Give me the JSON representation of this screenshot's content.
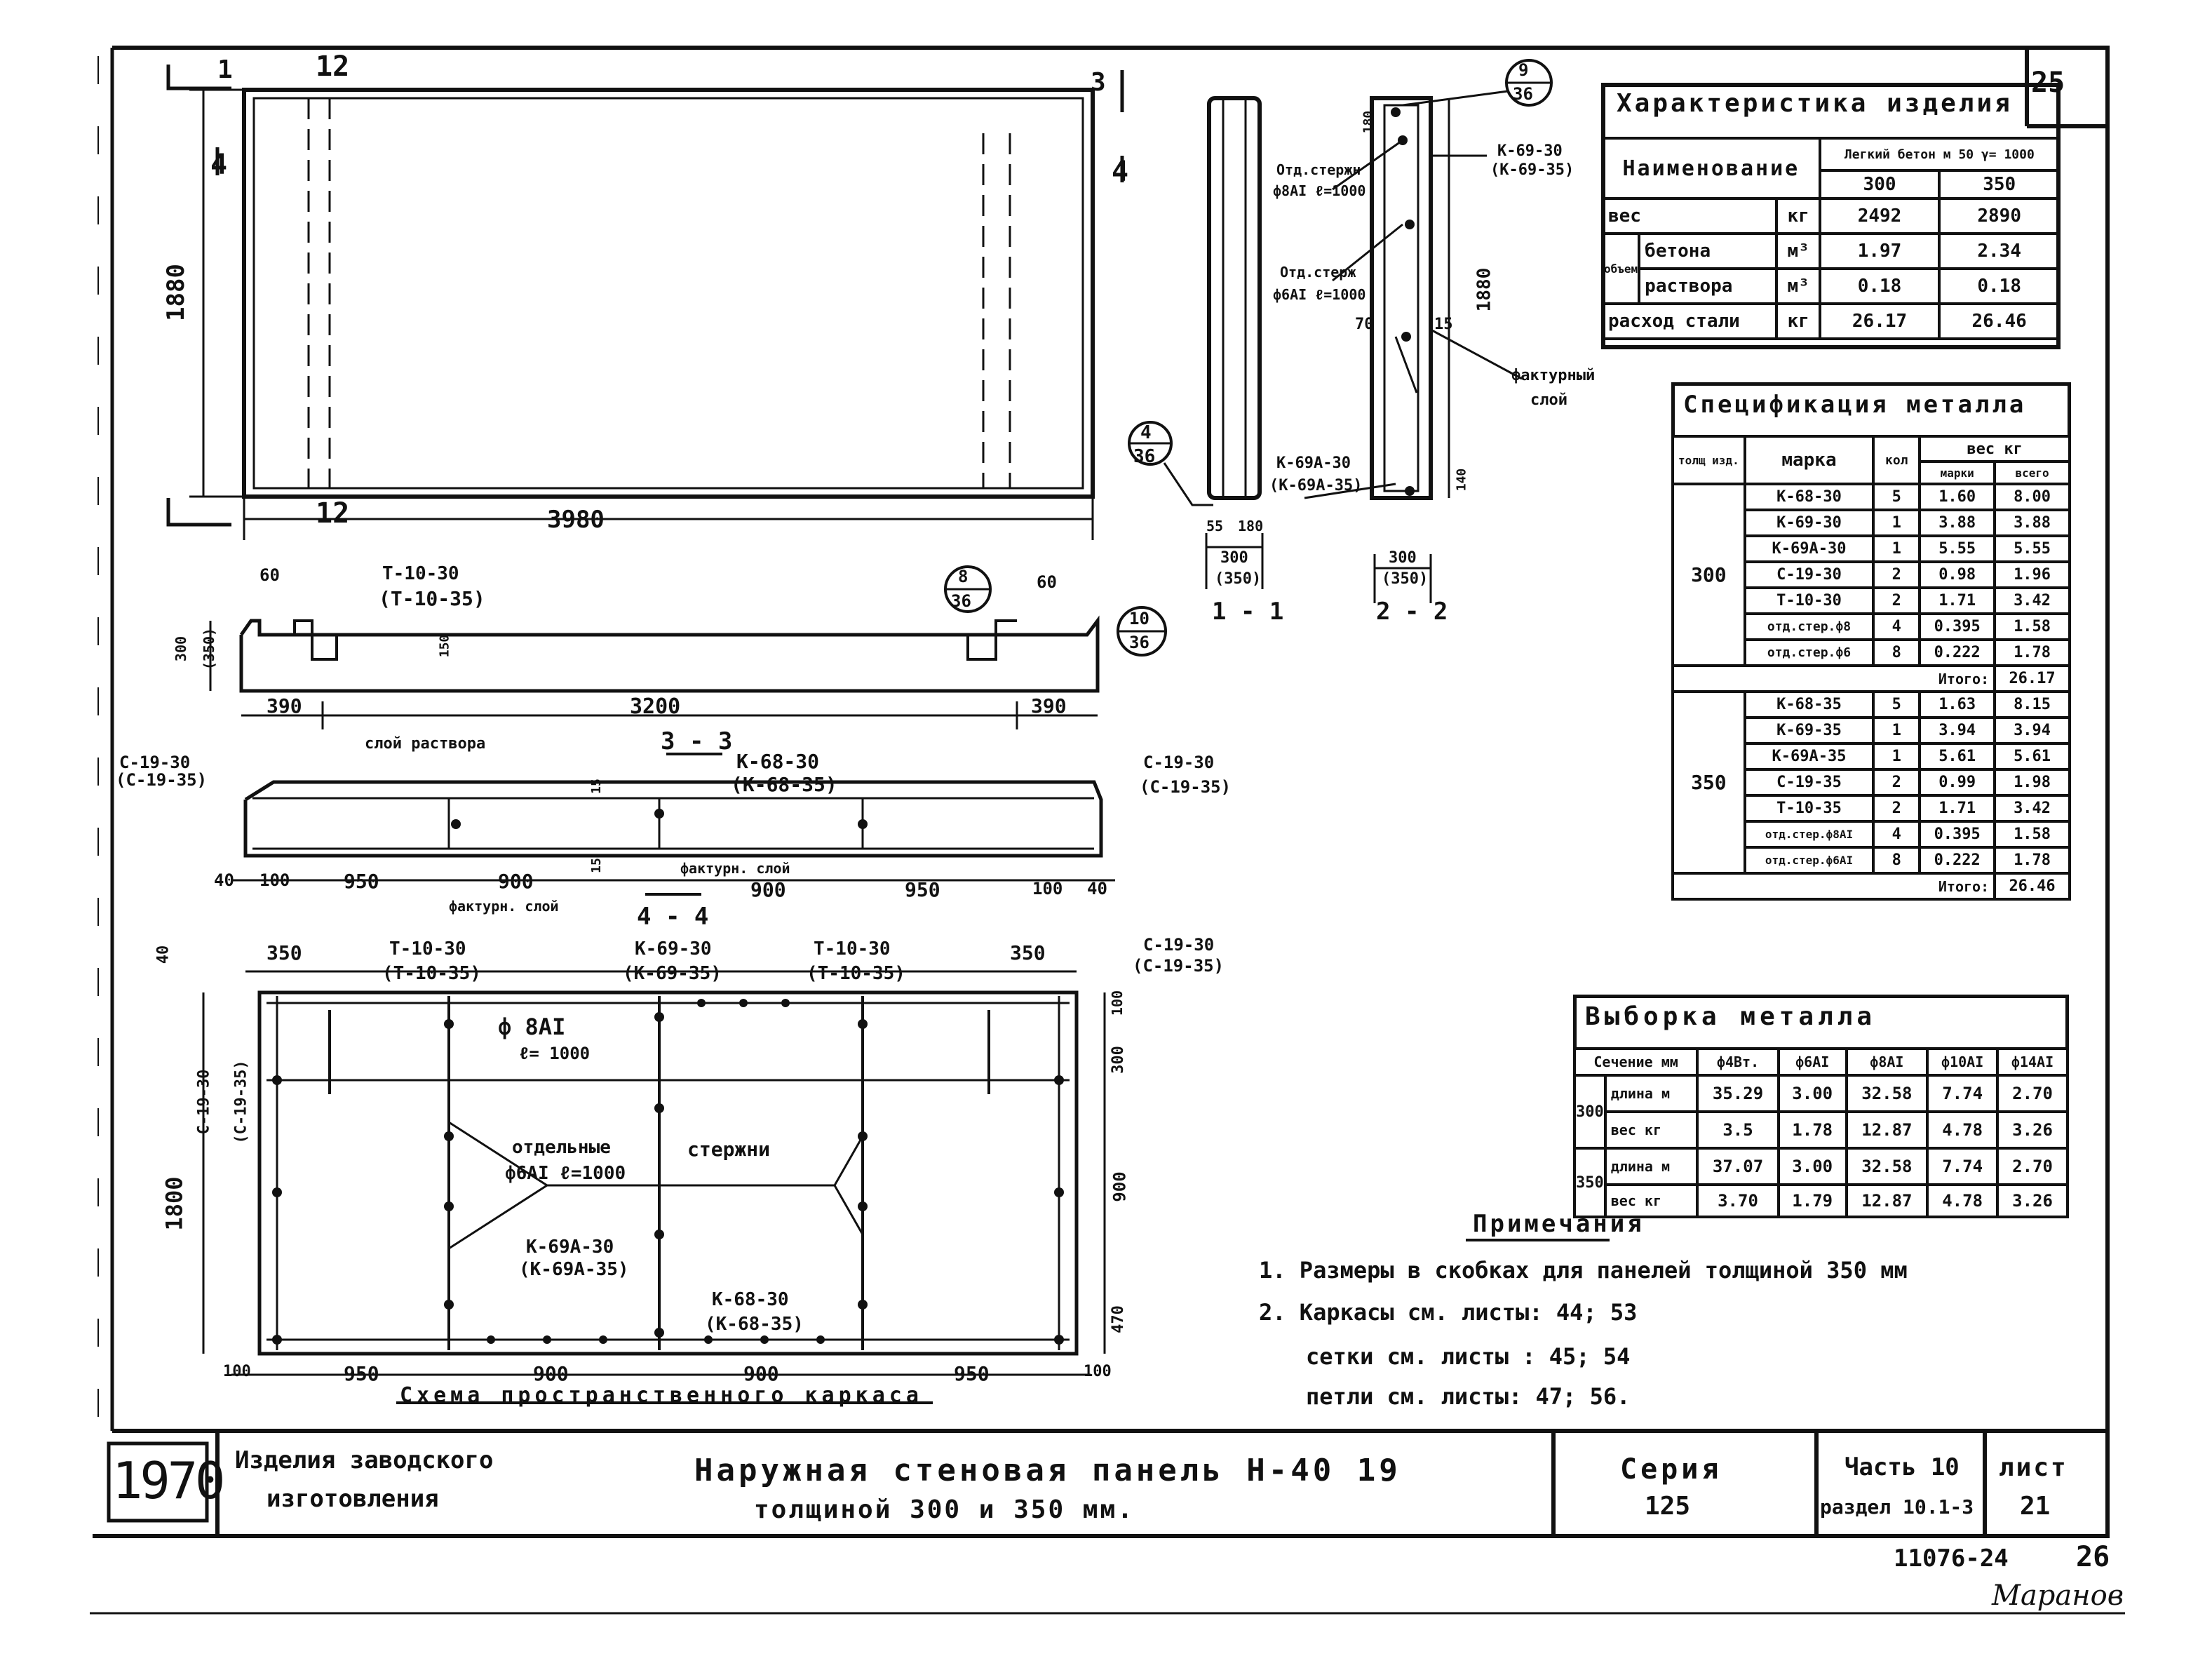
{
  "sheet_number_top": "25",
  "characteristics": {
    "title": "Характеристика изделия",
    "header_name": "Наименование",
    "header_group": "Легкий бетон м 50 γ= 1000",
    "thickness_cols": [
      "300",
      "350"
    ],
    "side_label": "объем",
    "rows": [
      {
        "name": "вес",
        "unit": "кг",
        "v300": "2492",
        "v350": "2890"
      },
      {
        "name": "бетона",
        "unit": "м³",
        "v300": "1.97",
        "v350": "2.34"
      },
      {
        "name": "раствора",
        "unit": "м³",
        "v300": "0.18",
        "v350": "0.18"
      },
      {
        "name": "расход стали",
        "unit": "кг",
        "v300": "26.17",
        "v350": "26.46"
      }
    ]
  },
  "spec": {
    "title": "Спецификация металла",
    "headers": {
      "thickness": "толщ изд.",
      "mark": "марка",
      "qty": "кол",
      "weight": "вес кг",
      "w_mark": "марки",
      "w_total": "всего"
    },
    "groups": [
      {
        "thickness": "300",
        "rows": [
          {
            "mark": "К-68-30",
            "qty": "5",
            "w_mark": "1.60",
            "w_total": "8.00"
          },
          {
            "mark": "К-69-30",
            "qty": "1",
            "w_mark": "3.88",
            "w_total": "3.88"
          },
          {
            "mark": "К-69А-30",
            "qty": "1",
            "w_mark": "5.55",
            "w_total": "5.55"
          },
          {
            "mark": "С-19-30",
            "qty": "2",
            "w_mark": "0.98",
            "w_total": "1.96"
          },
          {
            "mark": "Т-10-30",
            "qty": "2",
            "w_mark": "1.71",
            "w_total": "3.42"
          },
          {
            "mark": "отд.стер.ф8",
            "qty": "4",
            "w_mark": "0.395",
            "w_total": "1.58"
          },
          {
            "mark": "отд.стер.ф6",
            "qty": "8",
            "w_mark": "0.222",
            "w_total": "1.78"
          }
        ],
        "total_label": "Итого:",
        "total": "26.17"
      },
      {
        "thickness": "350",
        "rows": [
          {
            "mark": "К-68-35",
            "qty": "5",
            "w_mark": "1.63",
            "w_total": "8.15"
          },
          {
            "mark": "К-69-35",
            "qty": "1",
            "w_mark": "3.94",
            "w_total": "3.94"
          },
          {
            "mark": "К-69А-35",
            "qty": "1",
            "w_mark": "5.61",
            "w_total": "5.61"
          },
          {
            "mark": "С-19-35",
            "qty": "2",
            "w_mark": "0.99",
            "w_total": "1.98"
          },
          {
            "mark": "Т-10-35",
            "qty": "2",
            "w_mark": "1.71",
            "w_total": "3.42"
          },
          {
            "mark": "отд.стер.ф8АI",
            "qty": "4",
            "w_mark": "0.395",
            "w_total": "1.58"
          },
          {
            "mark": "отд.стер.ф6АI",
            "qty": "8",
            "w_mark": "0.222",
            "w_total": "1.78"
          }
        ],
        "total_label": "Итого:",
        "total": "26.46"
      }
    ]
  },
  "selection": {
    "title": "Выборка металла",
    "header": [
      "Сечение мм",
      "ф4Вт.",
      "ф6АI",
      "ф8АI",
      "ф10АI",
      "ф14АI"
    ],
    "groups": [
      {
        "thickness": "300",
        "rows": [
          {
            "label": "длина м",
            "values": [
              "35.29",
              "3.00",
              "32.58",
              "7.74",
              "2.70"
            ]
          },
          {
            "label": "вес кг",
            "values": [
              "3.5",
              "1.78",
              "12.87",
              "4.78",
              "3.26"
            ]
          }
        ]
      },
      {
        "thickness": "350",
        "rows": [
          {
            "label": "длина м",
            "values": [
              "37.07",
              "3.00",
              "32.58",
              "7.74",
              "2.70"
            ]
          },
          {
            "label": "вес кг",
            "values": [
              "3.70",
              "1.79",
              "12.87",
              "4.78",
              "3.26"
            ]
          }
        ]
      }
    ]
  },
  "notes": {
    "title": "Примечания",
    "items": [
      "1. Размеры в скобках для панелей толщиной 350 мм",
      "2. Каркасы см. листы: 44; 53",
      "сетки см. листы : 45; 54",
      "петли см. листы: 47; 56."
    ]
  },
  "title_block": {
    "year": "1970",
    "product_type_1": "Изделия заводского",
    "product_type_2": "изготовления",
    "main_title_1": "Наружная стеновая панель Н-40 19",
    "main_title_2": "толщиной 300 и 350 мм.",
    "series_label": "Серия",
    "series_value": "125",
    "part_label": "Часть 10",
    "section_label": "раздел 10.1-3",
    "sheet_label": "лист",
    "sheet_value": "21",
    "doc_code": "11076-24",
    "page_code": "26"
  },
  "drawing": {
    "elevation": {
      "width_dim": "3980",
      "height_dim": "1880",
      "cut_12": "12",
      "cut_1": "1",
      "cut_3": "3",
      "cut_4": "4"
    },
    "section_11": {
      "label": "1 - 1",
      "dim_300": "300",
      "dim_350": "(350)",
      "dim_55": "55",
      "dim_180": "180",
      "callout_num": "4",
      "callout_den": "36"
    },
    "section_22": {
      "label": "2 - 2",
      "dim_300": "300",
      "dim_350": "(350)",
      "dim_1880": "1880",
      "dim_70": "70",
      "dim_15": "15",
      "dim_180": "180",
      "dim_140": "140",
      "callout_num": "9",
      "callout_den": "36",
      "rod1": "Отд.стержн",
      "rod1b": "ф8АI ℓ=1000",
      "rod2": "Отд.стерж",
      "rod2b": "ф6АI ℓ=1000",
      "k69": "К-69-30",
      "k69b": "(К-69-35)",
      "k69a": "К-69А-30",
      "k69ab": "(К-69А-35)",
      "facing1": "фактурный",
      "facing2": "слой"
    },
    "section_33": {
      "label": "3 - 3",
      "t10": "Т-10-30",
      "t10b": "(Т-10-35)",
      "d60l": "60",
      "d60r": "60",
      "d300": "300",
      "d350": "(350)",
      "d150": "150",
      "d390l": "390",
      "d3200": "3200",
      "d390r": "390",
      "c8num": "8",
      "c8den": "36",
      "c10num": "10",
      "c10den": "36"
    },
    "section_44": {
      "label": "4 - 4",
      "mortar": "слой раствора",
      "k68": "К-68-30",
      "k68b": "(К-68-35)",
      "c19l": "С-19-30",
      "c19lb": "(С-19-35)",
      "c19r": "С-19-30",
      "c19rb": "(С-19-35)",
      "d15a": "15",
      "d15b": "15",
      "facing_a": "фактурн. слой",
      "facing_b": "фактурн. слой",
      "dims": [
        "40",
        "100",
        "950",
        "900",
        "900",
        "950",
        "100",
        "40"
      ]
    },
    "cage": {
      "caption": "Схема пространственного каркаса",
      "d350l": "350",
      "d350r": "350",
      "d40": "40",
      "d1800": "1800",
      "t10l": "Т-10-30",
      "t10lb": "(Т-10-35)",
      "t10r": "Т-10-30",
      "t10rb": "(Т-10-35)",
      "k69": "К-69-30",
      "k69b": "(К-69-35)",
      "c19r": "С-19-30",
      "c19rb": "(С-19-35)",
      "c19l": "С-19-30",
      "c19lb": "(С-19-35)",
      "rod8a": "ф 8АI",
      "rod8b": "ℓ= 1000",
      "sep1": "отдельные",
      "sep2": "ф6АI ℓ=1000",
      "sep3": "стержни",
      "k69a": "К-69А-30",
      "k69ab": "(К-69А-35)",
      "k68": "К-68-30",
      "k68b": "(К-68-35)",
      "bottom_dims": [
        "100",
        "950",
        "900",
        "900",
        "950",
        "100"
      ],
      "right_dims": [
        "100",
        "300",
        "900",
        "470"
      ]
    }
  },
  "signature": "Маранов"
}
